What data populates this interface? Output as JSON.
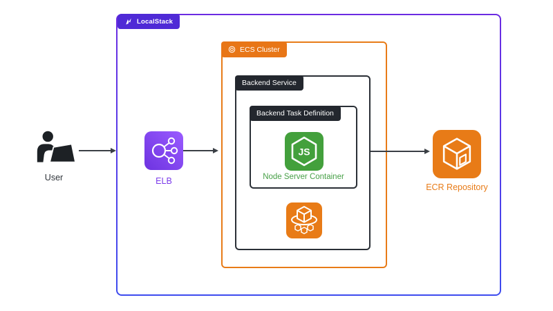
{
  "localstack": {
    "label": "LocalStack"
  },
  "ecs_cluster": {
    "label": "ECS Cluster"
  },
  "backend_service": {
    "label": "Backend Service"
  },
  "backend_task_definition": {
    "label": "Backend Task Definition"
  },
  "nodes": {
    "user": {
      "label": "User"
    },
    "elb": {
      "label": "ELB"
    },
    "node_server_container": {
      "label": "Node Server Container",
      "badge": "JS"
    },
    "ecr_repository": {
      "label": "ECR Repository"
    }
  },
  "colors": {
    "localstack_tab": "#4F2AD6",
    "localstack_border_top": "#6B2BE2",
    "localstack_border_bottom": "#3D4BEE",
    "aws_orange": "#E87B17",
    "dark_tab": "#23272E",
    "node_green": "#43A03C",
    "elb_purple": "#7B3BEA",
    "arrow": "#3A3F45"
  }
}
